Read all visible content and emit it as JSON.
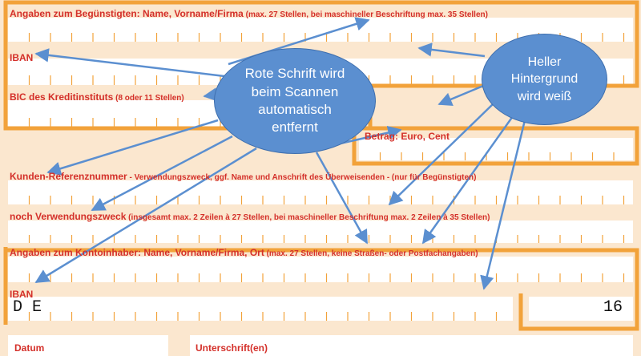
{
  "beneficiary": {
    "label_bold": "Angaben zum Begünstigten:",
    "label_rest": " Name, Vorname/Firma",
    "label_note": " (max. 27 Stellen, bei maschineller Beschriftung max. 35 Stellen)"
  },
  "iban_label": "IBAN",
  "bic": {
    "label_bold": "BIC des Kreditinstituts",
    "label_note": " (8 oder 11 Stellen)"
  },
  "amount_label": "Betrag: Euro, Cent",
  "reference": {
    "label_bold": "Kunden-Referenznummer",
    "label_note": " - Verwendungszweck, ggf. Name und Anschrift des Überweisenden - (nur für Begünstigten)"
  },
  "purpose": {
    "label_bold": "noch Verwendungszweck",
    "label_note": " (insgesamt max. 2 Zeilen à 27 Stellen, bei maschineller Beschriftung max. 2 Zeilen à 35 Stellen)"
  },
  "account_holder": {
    "label_bold": "Angaben zum Kontoinhaber:",
    "label_rest": " Name, Vorname/Firma, Ort",
    "label_note": " (max. 27 Stellen, keine Straßen- oder Postfachangaben)"
  },
  "payer_iban": {
    "label": "IBAN",
    "char1": "D",
    "char2": "E"
  },
  "form_number": "16",
  "date_label": "Datum",
  "signature_label": "Unterschrift(en)",
  "callouts": {
    "left_lines": [
      "Rote Schrift wird",
      "beim Scannen",
      "automatisch",
      "entfernt"
    ],
    "right_lines": [
      "Heller",
      "Hintergrund",
      "wird weiß"
    ]
  },
  "colors": {
    "frame_orange": "#f2a23a",
    "field_white": "#ffffff",
    "background": "#fbe7cf",
    "label_red": "#d4302a",
    "callout_blue": "#5b8fd0"
  }
}
